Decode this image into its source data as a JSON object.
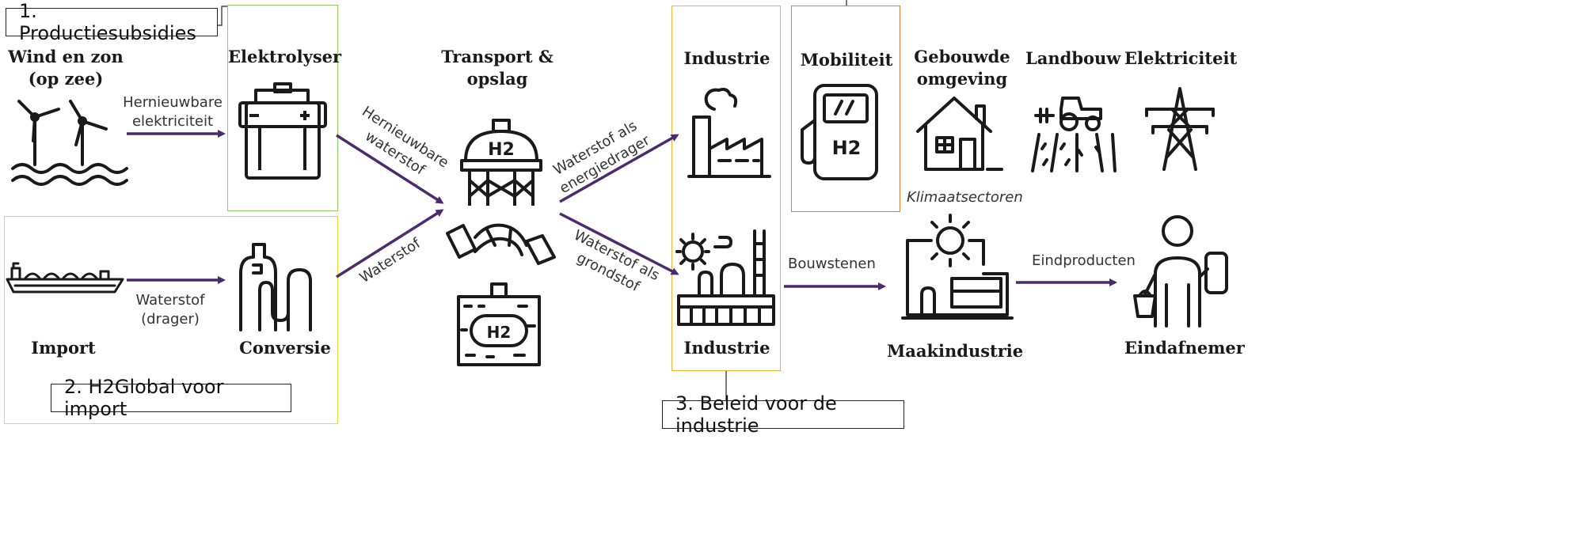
{
  "policies": {
    "p1": "1. Productiesubsidies",
    "p2": "2. H2Global voor import",
    "p3": "3. Beleid voor de industrie"
  },
  "stages": {
    "wind": "Wind en zon\n(op zee)",
    "electrolyser": "Elektrolyser",
    "transport": "Transport &\nopslag",
    "industry_top": "Industrie",
    "mobility": "Mobiliteit",
    "built": "Gebouwde\nomgeving",
    "agriculture": "Landbouw",
    "electricity": "Elektriciteit",
    "import": "Import",
    "conversion": "Conversie",
    "industry_bottom": "Industrie",
    "manufacturing": "Maakindustrie",
    "end_user": "Eindafnemer"
  },
  "flows": {
    "renewable_electricity": "Hernieuwbare\nelektriciteit",
    "renewable_hydrogen": "Hernieuwbare\nwaterstof",
    "hydrogen": "Waterstof",
    "hydrogen_carrier": "Waterstof\n(drager)",
    "energy_carrier": "Waterstof als\nenergiedrager",
    "feedstock": "Waterstof als\ngrondstof",
    "building_blocks": "Bouwstenen",
    "end_products": "Eindproducten"
  },
  "annotations": {
    "climate_sectors": "Klimaatsectoren"
  },
  "icons": {
    "h2_text": "H2"
  },
  "colors": {
    "arrow": "#4b2a6e",
    "green_box": "#8ccc62",
    "yellow_box": "#f5d33a",
    "orange_yellow_box": "#f2b230",
    "orange_box": "#e37c2a"
  }
}
